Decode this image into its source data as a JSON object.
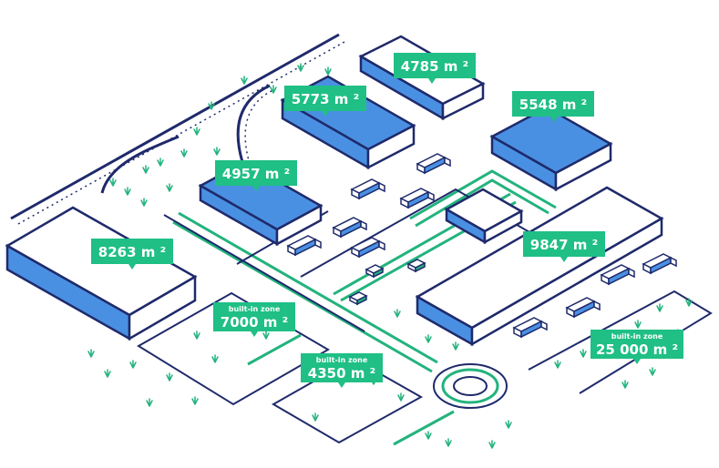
{
  "colors": {
    "navy": "#1f2a6b",
    "roof_blue": "#4a90e2",
    "green": "#23b37d",
    "label_bg": "#1fbf86",
    "white": "#ffffff"
  },
  "labels": {
    "wh_4785": {
      "area": "4785 m ²"
    },
    "wh_5773": {
      "area": "5773 m ²"
    },
    "wh_5548": {
      "area": "5548 m ²"
    },
    "wh_4957": {
      "area": "4957 m ²"
    },
    "wh_8263": {
      "area": "8263 m ²"
    },
    "wh_9847": {
      "area": "9847 m ²"
    },
    "zone_7000": {
      "caption": "built-in zone",
      "area": "7000 m ²"
    },
    "zone_4350": {
      "caption": "built-in zone",
      "area": "4350 m ²"
    },
    "zone_25000": {
      "caption": "built-in zone",
      "area": "25 000 m ²"
    }
  },
  "icons": [
    "truck-icon",
    "car-icon",
    "grass-icon",
    "railway-icon",
    "roundabout-icon"
  ]
}
